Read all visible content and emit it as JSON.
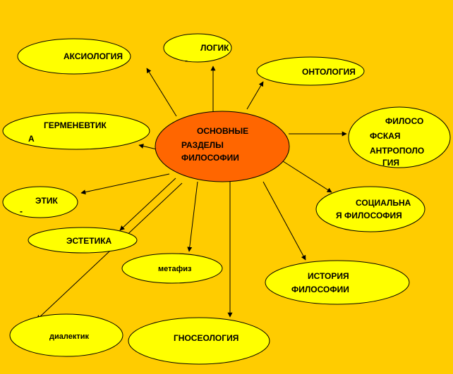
{
  "colors": {
    "background": "#ffcc00",
    "node_fill": "#ffff00",
    "center_fill": "#ff6600",
    "outline": "#000000"
  },
  "center": {
    "lines": [
      "ОСНОВНЫЕ",
      "РАЗДЕЛЫ",
      "ФИЛОСОФИИ"
    ]
  },
  "nodes": [
    {
      "id": "axiology",
      "lines": [
        "АКСИОЛОГИЯ"
      ]
    },
    {
      "id": "logic",
      "lines": [
        "ЛОГИК",
        "-"
      ]
    },
    {
      "id": "ontology",
      "lines": [
        "ОНТОЛОГИЯ"
      ]
    },
    {
      "id": "hermeneutics",
      "lines": [
        "ГЕРМЕНЕВТИК",
        "А"
      ]
    },
    {
      "id": "anthropology",
      "lines": [
        "ФИЛОСО",
        "ФСКАЯ",
        "АНТРОПОЛО",
        "ГИЯ"
      ]
    },
    {
      "id": "ethics",
      "lines": [
        "ЭТИК",
        "-"
      ]
    },
    {
      "id": "social",
      "lines": [
        "СОЦИАЛЬНА",
        "Я ФИЛОСОФИЯ"
      ]
    },
    {
      "id": "aesthetics",
      "lines": [
        "ЭСТЕТИКА"
      ]
    },
    {
      "id": "metaphysics",
      "lines": [
        "метафиз"
      ]
    },
    {
      "id": "history",
      "lines": [
        "ИСТОРИЯ",
        "ФИЛОСОФИИ"
      ]
    },
    {
      "id": "dialectics",
      "lines": [
        "диалектик"
      ]
    },
    {
      "id": "gnoseology",
      "lines": [
        "ГНОСЕОЛОГИЯ"
      ]
    }
  ]
}
